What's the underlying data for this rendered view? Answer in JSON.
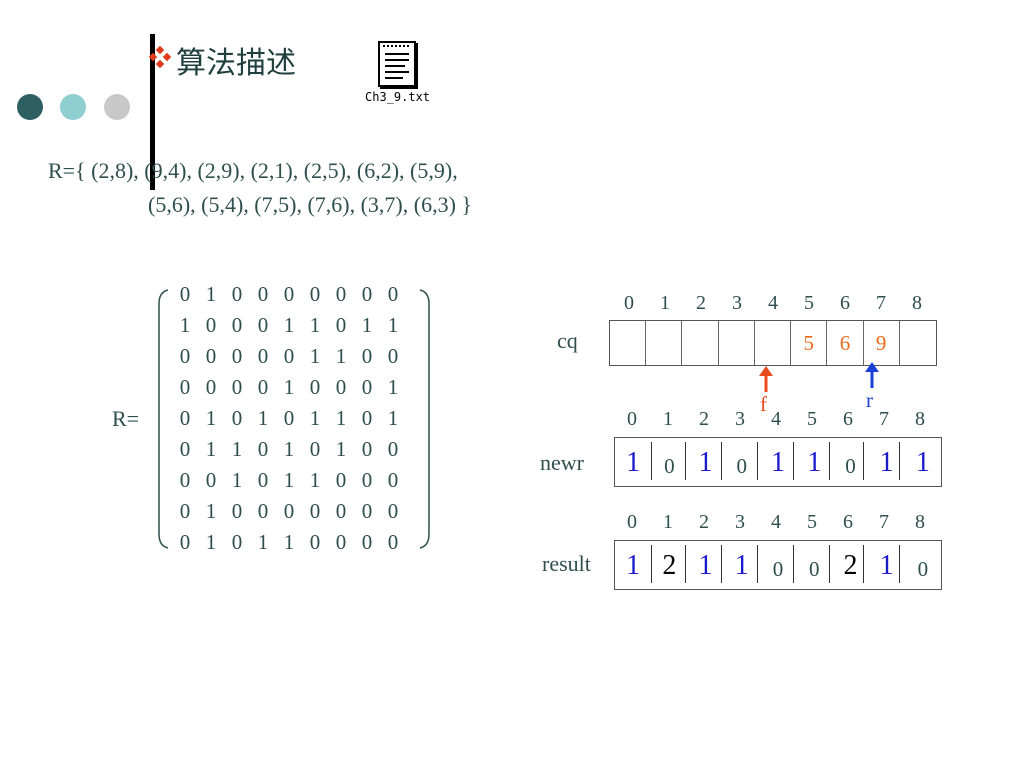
{
  "slide": {
    "heading": "算法描述",
    "file_caption": "Ch3_9.txt",
    "relation_line1": "R={ (2,8), (9,4), (2,9), (2,1), (2,5), (6,2), (5,9),",
    "relation_line2": "(5,6), (5,4), (7,5), (7,6), (3,7), (6,3) }",
    "matrix_label": "R=",
    "matrix": [
      [
        "0",
        "1",
        "0",
        "0",
        "0",
        "0",
        "0",
        "0",
        "0"
      ],
      [
        "1",
        "0",
        "0",
        "0",
        "1",
        "1",
        "0",
        "1",
        "1"
      ],
      [
        "0",
        "0",
        "0",
        "0",
        "0",
        "1",
        "1",
        "0",
        "0"
      ],
      [
        "0",
        "0",
        "0",
        "0",
        "1",
        "0",
        "0",
        "0",
        "1"
      ],
      [
        "0",
        "1",
        "0",
        "1",
        "0",
        "1",
        "1",
        "0",
        "1"
      ],
      [
        "0",
        "1",
        "1",
        "0",
        "1",
        "0",
        "1",
        "0",
        "0"
      ],
      [
        "0",
        "0",
        "1",
        "0",
        "1",
        "1",
        "0",
        "0",
        "0"
      ],
      [
        "0",
        "1",
        "0",
        "0",
        "0",
        "0",
        "0",
        "0",
        "0"
      ],
      [
        "0",
        "1",
        "0",
        "1",
        "1",
        "0",
        "0",
        "0",
        "0"
      ]
    ],
    "indices": [
      "0",
      "1",
      "2",
      "3",
      "4",
      "5",
      "6",
      "7",
      "8"
    ],
    "cq": {
      "label": "cq",
      "cells": [
        "",
        "",
        "",
        "",
        "",
        "5",
        "6",
        "9",
        ""
      ],
      "front_label": "f",
      "rear_label": "r"
    },
    "newr": {
      "label": "newr",
      "cells": [
        "1",
        "0",
        "1",
        "0",
        "1",
        "1",
        "0",
        "1",
        "1"
      ]
    },
    "result": {
      "label": "result",
      "cells": [
        "1",
        "2",
        "1",
        "1",
        "0",
        "0",
        "2",
        "1",
        "0"
      ]
    }
  },
  "colors": {
    "dot1": "#2e5f63",
    "dot2": "#8ecdd0",
    "dot3": "#c8c8c8",
    "bullet": "#e03c1c",
    "queue_value": "#e8691e",
    "front_arrow": "#e84a1c",
    "rear_arrow": "#1a3fd6",
    "one_blue": "#1a1acd",
    "two_black": "#000000",
    "zero_teal": "#2f4f4f"
  }
}
